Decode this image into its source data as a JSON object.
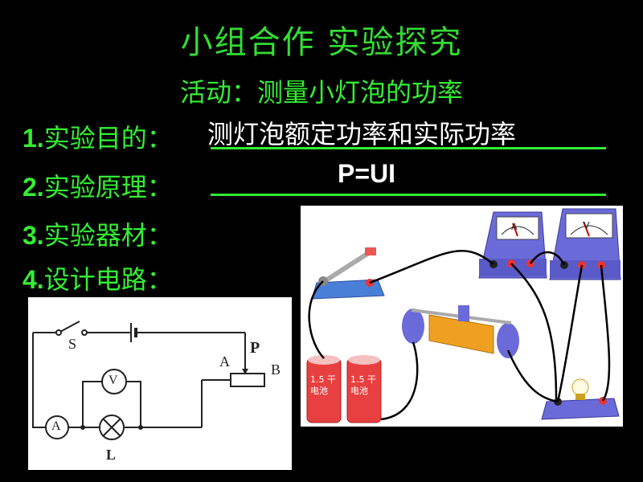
{
  "slide": {
    "title": "小组合作  实验探究",
    "subtitle": "活动：测量小灯泡的功率",
    "items": [
      {
        "num": "1.",
        "label": "实验目的："
      },
      {
        "num": "2.",
        "label": "实验原理："
      },
      {
        "num": "3.",
        "label": "实验器材："
      },
      {
        "num": "4.",
        "label": "设计电路："
      }
    ],
    "answers": {
      "purpose": "测灯泡额定功率和实际功率",
      "principle": "P=UI"
    }
  },
  "circuit": {
    "switch_label": "S",
    "rheostat_a": "A",
    "rheostat_b": "B",
    "slider_label": "P",
    "voltmeter": "V",
    "ammeter": "A",
    "lamp": "L"
  },
  "apparatus": {
    "ammeter_scale": "A",
    "voltmeter_scale": "V",
    "battery_text": "1.5 干电池"
  },
  "colors": {
    "background": "#000000",
    "green_text": "#33ee33",
    "answer_text": "#ffffff",
    "wire": "#000000"
  }
}
